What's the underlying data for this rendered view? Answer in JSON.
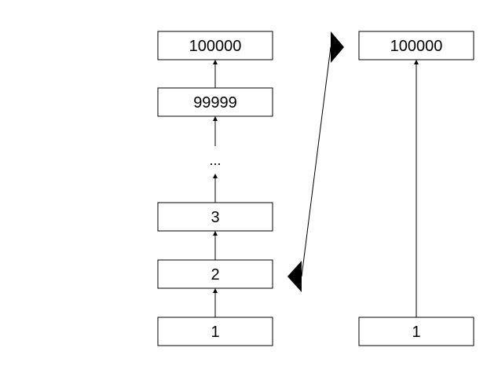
{
  "left_chain": {
    "nodes": [
      {
        "label": "100000"
      },
      {
        "label": "99999"
      },
      {
        "label": "3"
      },
      {
        "label": "2"
      },
      {
        "label": "1"
      }
    ],
    "ellipsis": "..."
  },
  "right_chain": {
    "nodes": [
      {
        "label": "100000"
      },
      {
        "label": "1"
      }
    ]
  },
  "colors": {
    "stroke": "#000000",
    "fill": "#ffffff"
  }
}
